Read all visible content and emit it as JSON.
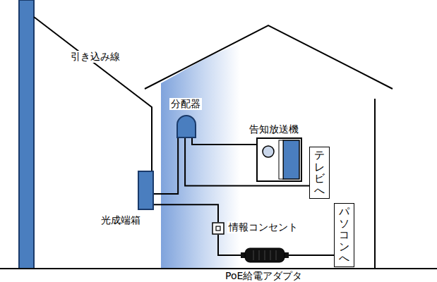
{
  "diagram": {
    "nodes": [
      {
        "text": [
          "分配器"
        ]
      },
      {
        "text": [
          "告知放送機"
        ]
      },
      {
        "text": [
          "テレビへ"
        ]
      },
      {
        "text": [
          "光成端箱"
        ]
      },
      {
        "text": [
          "情報コンセント"
        ]
      },
      {
        "text": [
          "パソコンへ"
        ]
      },
      {
        "text": [
          "PoE給電アダプタ"
        ]
      }
    ],
    "edges": [
      {
        "from": 0,
        "to": 1,
        "arrow": "none"
      },
      {
        "from": 0,
        "to": 2,
        "arrow": "none"
      },
      {
        "from": 3,
        "to": 0,
        "arrow": "none"
      },
      {
        "from": 3,
        "to": 4,
        "arrow": "none"
      },
      {
        "from": 4,
        "to": 6,
        "arrow": "none"
      },
      {
        "from": 6,
        "to": 5,
        "arrow": "none"
      }
    ],
    "labels": [
      "引き込み線"
    ]
  }
}
